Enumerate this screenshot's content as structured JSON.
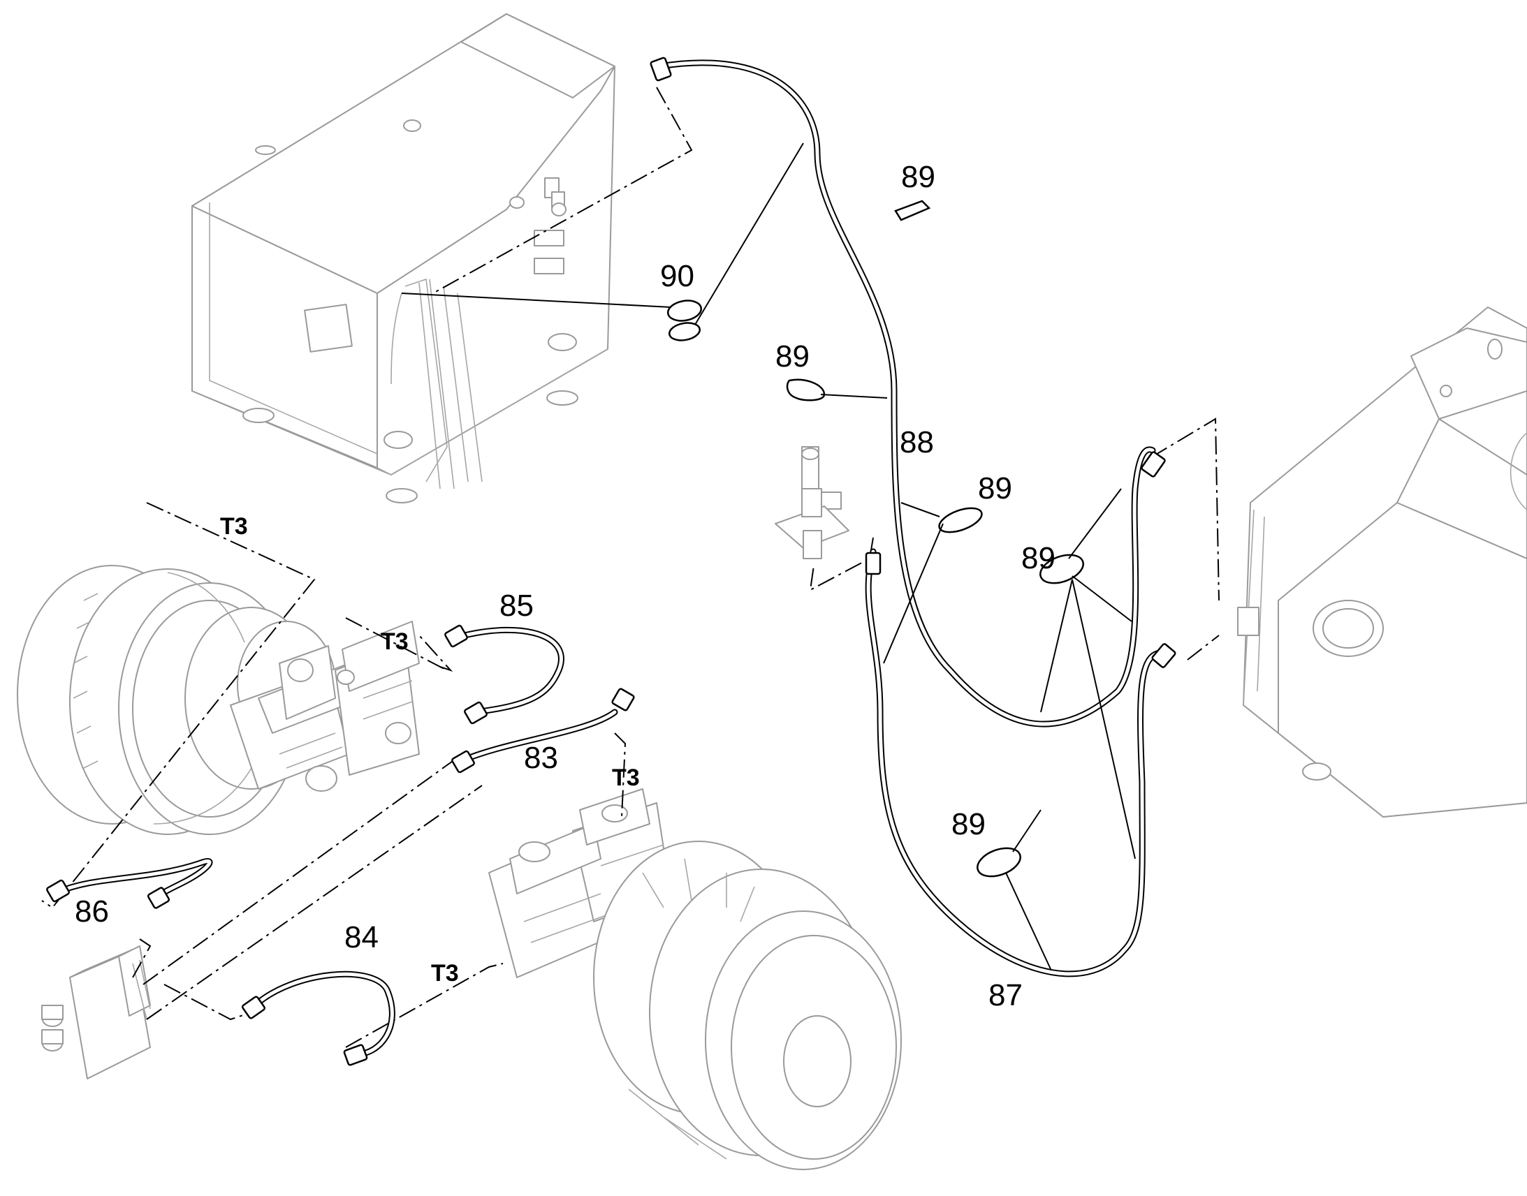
{
  "callouts": {
    "c83": "83",
    "c84": "84",
    "c85": "85",
    "c86": "86",
    "c87": "87",
    "c88": "88",
    "c89_a": "89",
    "c89_b": "89",
    "c89_c": "89",
    "c89_d": "89",
    "c89_e": "89",
    "c90": "90",
    "t3_a": "T3",
    "t3_b": "T3",
    "t3_c": "T3",
    "t3_d": "T3"
  },
  "colors": {
    "line": "#000000",
    "assembly": "#9a9a9a",
    "background": "#ffffff"
  }
}
